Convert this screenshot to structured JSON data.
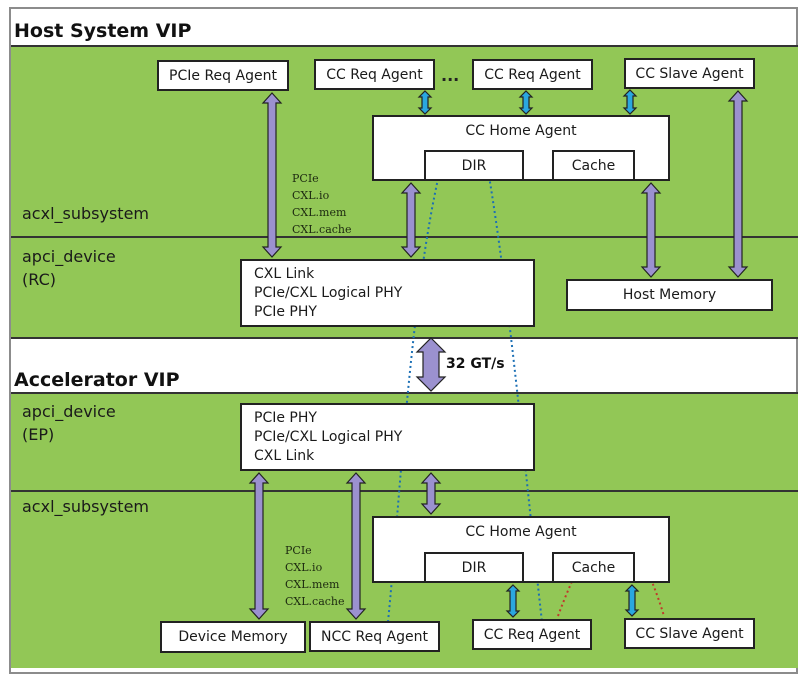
{
  "colors": {
    "panel_green": "#92c756",
    "bus_arrow": "#9b91cf",
    "cc_arrow": "#2aa7df",
    "blue_dotted": "#1b6fb5",
    "red_dotted": "#c0392b"
  },
  "host": {
    "title": "Host System VIP",
    "layer_subsystem": "acxl_subsystem",
    "layer_device_line1": "apci_device",
    "layer_device_line2": "(RC)",
    "agents": {
      "pcie_req": "PCIe Req Agent",
      "cc_req_1": "CC Req Agent",
      "ellipsis": "...",
      "cc_req_2": "CC Req Agent",
      "cc_slave": "CC Slave Agent"
    },
    "home_agent": {
      "title": "CC Home Agent",
      "dir": "DIR",
      "cache": "Cache"
    },
    "protocols": [
      "PCIe",
      "CXL.io",
      "CXL.mem",
      "CXL.cache"
    ],
    "phy_stack": [
      "CXL Link",
      "PCIe/CXL Logical PHY",
      "PCIe PHY"
    ],
    "host_memory": "Host Memory"
  },
  "link": {
    "speed": "32 GT/s"
  },
  "accelerator": {
    "title": "Accelerator VIP",
    "layer_device_line1": "apci_device",
    "layer_device_line2": "(EP)",
    "layer_subsystem": "acxl_subsystem",
    "phy_stack": [
      "PCIe PHY",
      "PCIe/CXL Logical PHY",
      "CXL Link"
    ],
    "protocols": [
      "PCIe",
      "CXL.io",
      "CXL.mem",
      "CXL.cache"
    ],
    "home_agent": {
      "title": "CC Home Agent",
      "dir": "DIR",
      "cache": "Cache"
    },
    "agents": {
      "device_memory": "Device Memory",
      "ncc_req": "NCC Req Agent",
      "cc_req": "CC Req Agent",
      "cc_slave": "CC Slave Agent"
    }
  }
}
